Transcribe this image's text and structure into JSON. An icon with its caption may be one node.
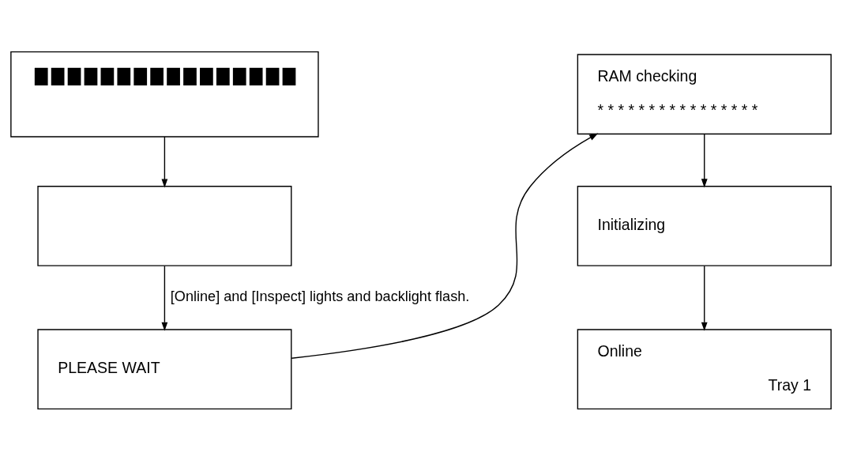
{
  "diagram": {
    "nodes": [
      {
        "text": [],
        "shape": "box"
      },
      {
        "text": [],
        "shape": "box"
      },
      {
        "text": [
          "PLEASE WAIT"
        ]
      },
      {
        "text": [
          "RAM checking",
          "* * * * * * * * * * * * * * * *"
        ]
      },
      {
        "text": [
          "Initializing"
        ]
      },
      {
        "text": [
          "Online",
          "Tray 1"
        ]
      }
    ],
    "edges": [
      {
        "from": 0,
        "to": 1,
        "arrow": "to"
      },
      {
        "from": 1,
        "to": 2,
        "arrow": "to",
        "label": "[Online] and [Inspect] lights and backlight flash."
      },
      {
        "from": 2,
        "to": 3,
        "arrow": "to"
      },
      {
        "from": 3,
        "to": 4,
        "arrow": "to"
      },
      {
        "from": 4,
        "to": 5,
        "arrow": "to"
      }
    ]
  }
}
